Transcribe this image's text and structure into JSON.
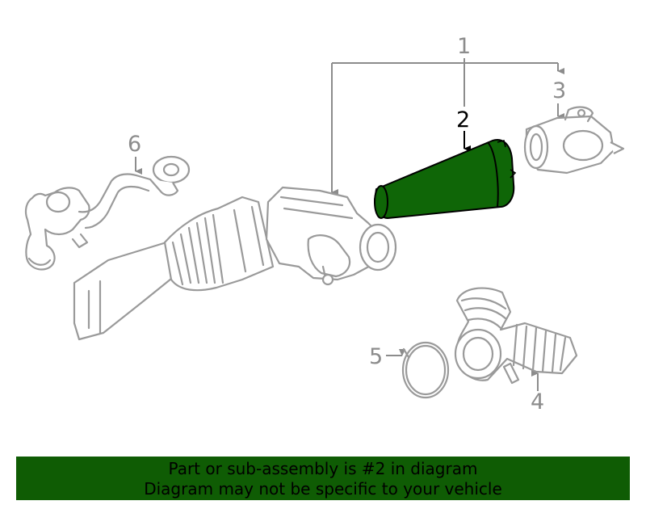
{
  "diagram": {
    "callouts": [
      {
        "id": "1",
        "label": "1"
      },
      {
        "id": "2",
        "label": "2"
      },
      {
        "id": "3",
        "label": "3"
      },
      {
        "id": "4",
        "label": "4"
      },
      {
        "id": "5",
        "label": "5"
      },
      {
        "id": "6",
        "label": "6"
      }
    ],
    "highlighted_part": "2",
    "colors": {
      "highlight_fill": "#0f6607",
      "line_art": "#9a9a9a",
      "callout_text": "#8c8c8c",
      "banner_bg": "#0f5c04"
    }
  },
  "banner": {
    "line1": "Part or sub-assembly is #2 in diagram",
    "line2": "Diagram may not be specific to your vehicle"
  }
}
